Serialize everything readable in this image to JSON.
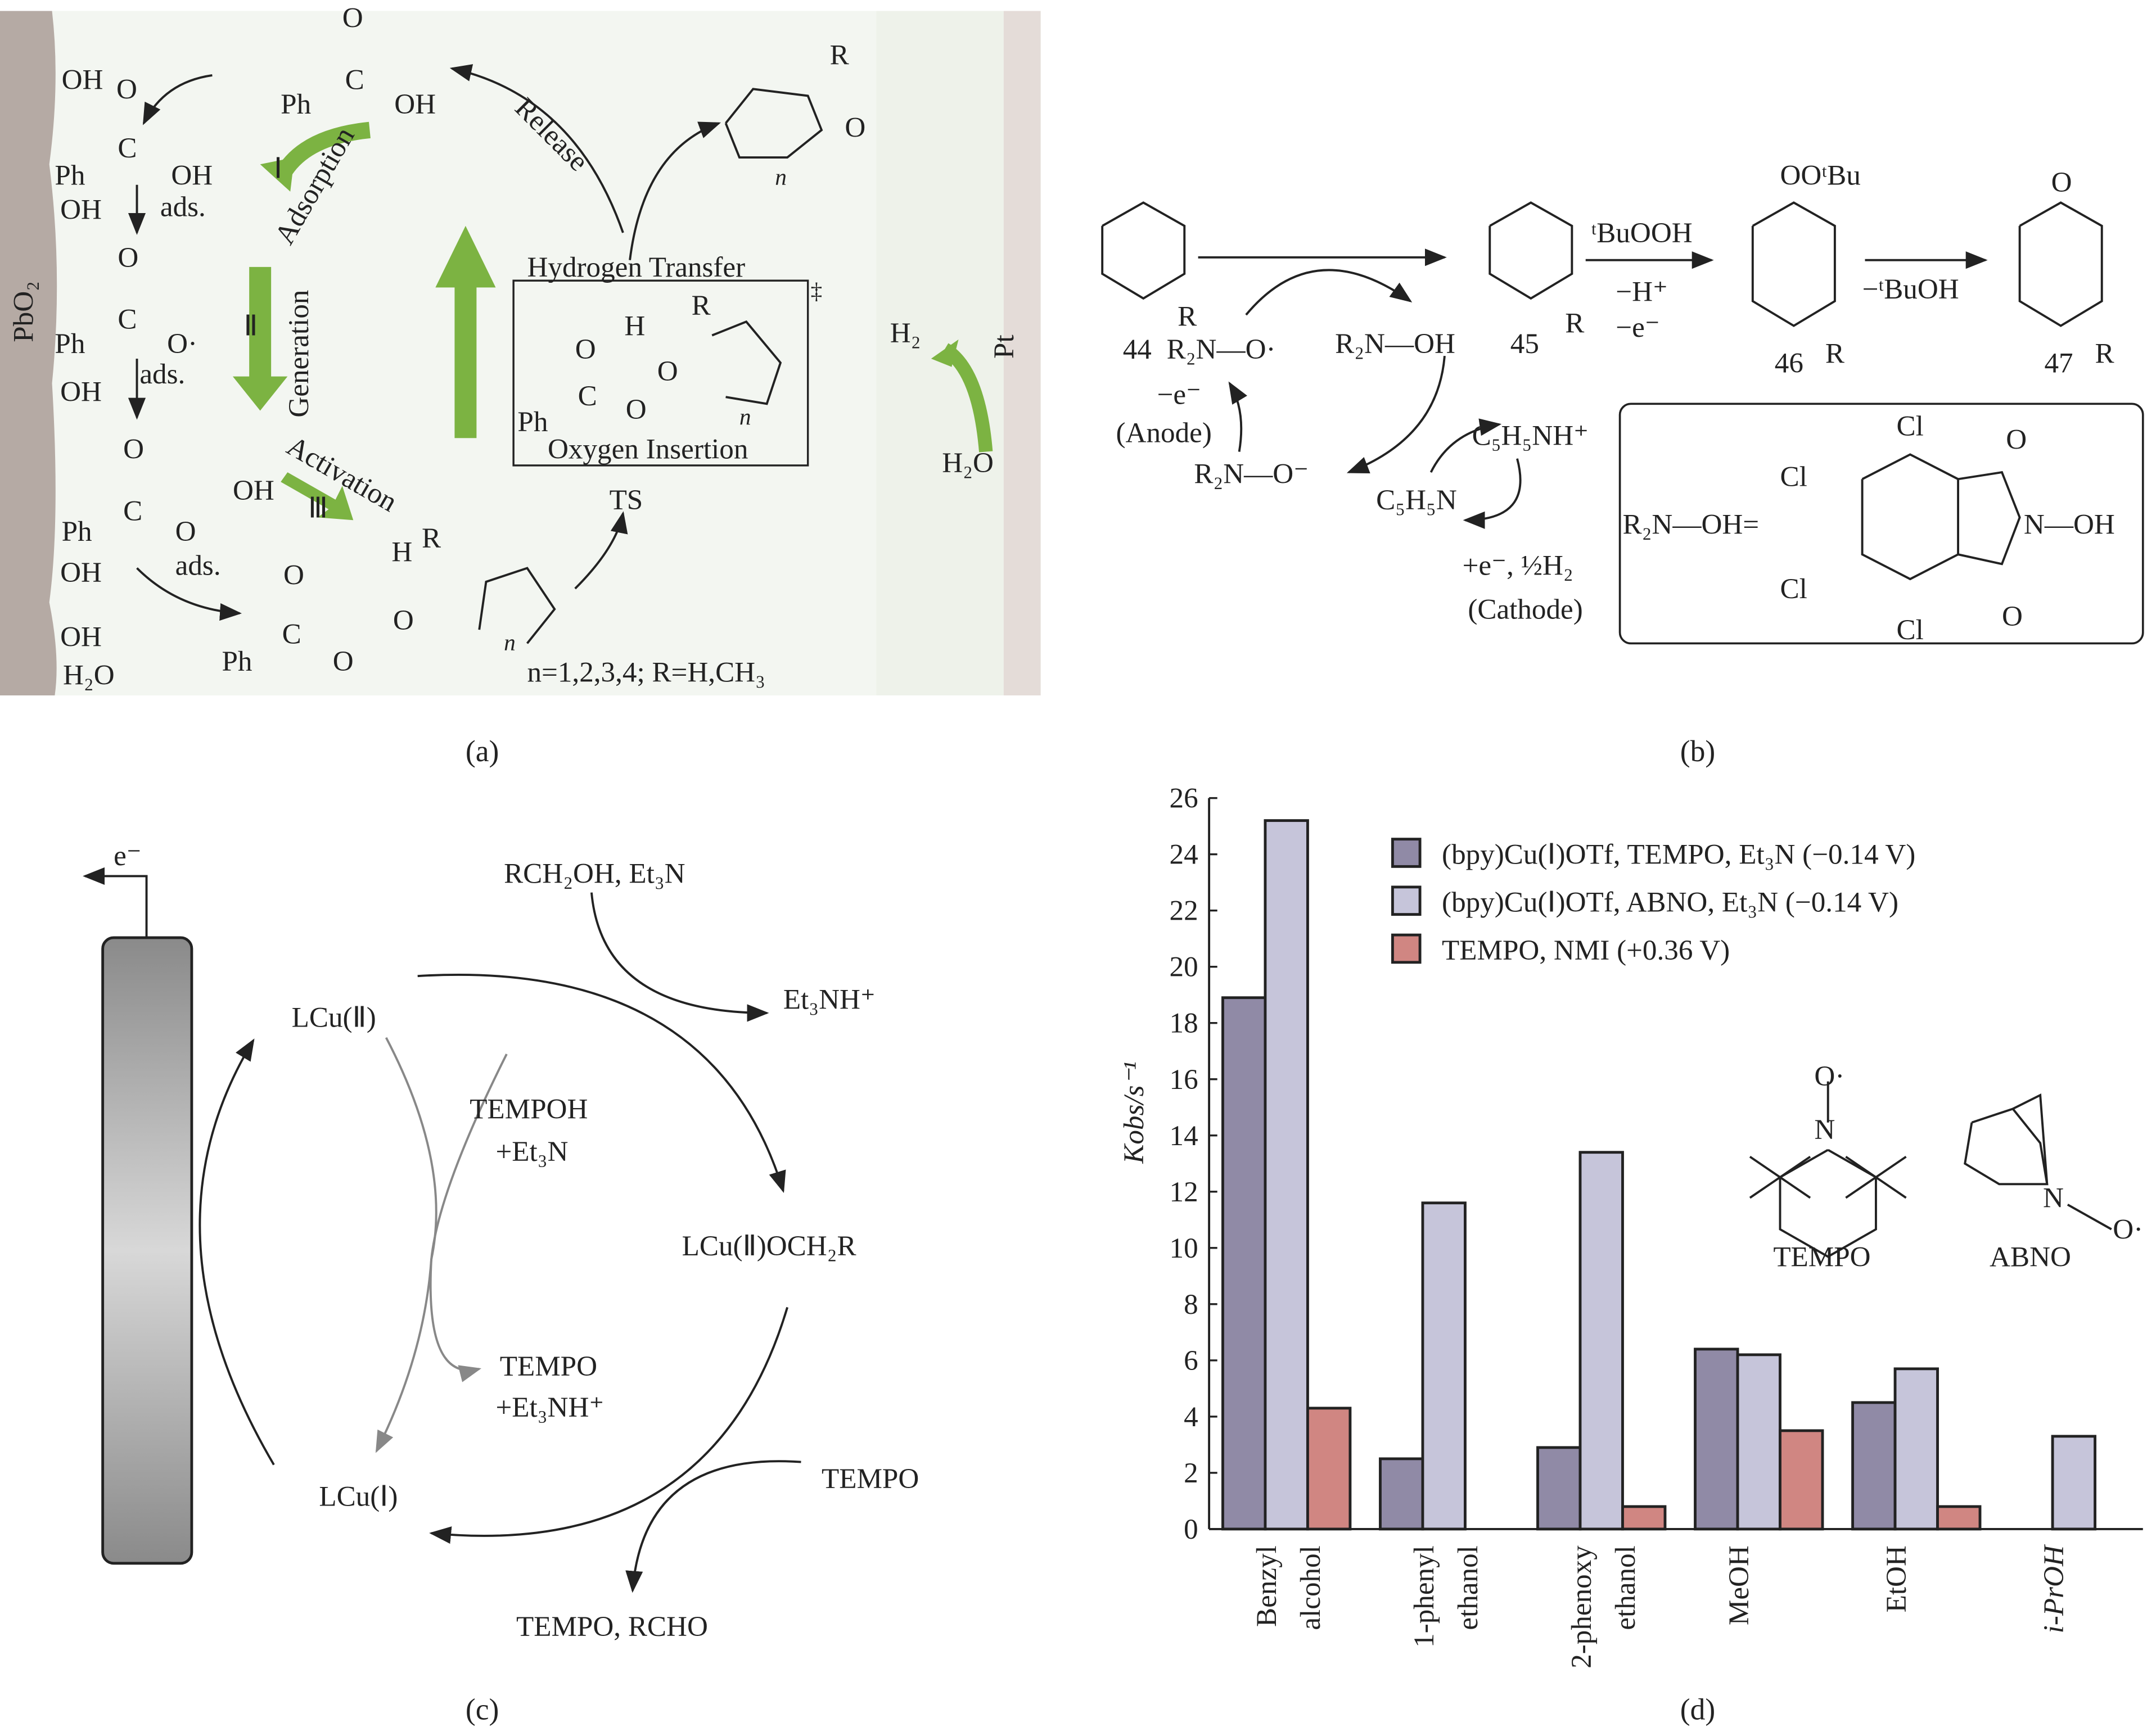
{
  "panel_a": {
    "label": "(a)",
    "anode": "PbO₂",
    "cathode": "Pt",
    "h2": "H₂",
    "h2o": "H₂O",
    "steps": {
      "adsorption": "Adsorption",
      "generation": "Generation",
      "activation": "Activation",
      "release": "Release",
      "step1": "Ⅰ",
      "step2": "Ⅱ",
      "step3": "Ⅲ"
    },
    "ts": {
      "hydrogen_transfer": "Hydrogen Transfer",
      "oxygen_insertion": "Oxygen Insertion",
      "ts": "TS",
      "dagger": "‡"
    },
    "conditions": "n=1,2,3,4;  R=H,CH₃",
    "atoms": [
      "OH",
      "O",
      "Ph",
      "C",
      "OH",
      "OH",
      "ads.",
      "O",
      "Ph",
      "C",
      "O·",
      "OH",
      "ads.",
      "O",
      "Ph",
      "C",
      "O",
      "OH",
      "OH",
      "ads.",
      "OH",
      "H₂O",
      "O",
      "Ph",
      "C",
      "OH",
      "R",
      "O",
      "n",
      "Ph",
      "C",
      "O",
      "O",
      "H",
      "O",
      "R",
      "n",
      "O",
      "H",
      "O",
      "R",
      "Ph",
      "C",
      "O",
      "n"
    ]
  },
  "panel_b": {
    "label": "(b)",
    "texts": [
      "44",
      "R₂N—O·",
      "R",
      "−e⁻",
      "(Anode)",
      "R₂N—O⁻",
      "R₂N—OH",
      "45",
      "R",
      "ᵗBuOOH",
      "−H⁺",
      "−e⁻",
      "OOᵗBu",
      "46",
      "R",
      "−ᵗBuOH",
      "O",
      "47",
      "R",
      "C₅H₅NH⁺",
      "C₅H₅N",
      "+e⁻, ½H₂",
      "(Cathode)"
    ],
    "box": {
      "lhs": "R₂N—OH=",
      "cl1": "Cl",
      "cl2": "Cl",
      "cl3": "Cl",
      "cl4": "Cl",
      "o1": "O",
      "o2": "O",
      "noh": "N—OH"
    }
  },
  "panel_c": {
    "label": "(c)",
    "electron": "e⁻",
    "texts": [
      "RCH₂OH, Et₃N",
      "Et₃NH⁺",
      "LCu(Ⅱ)",
      "TEMPOH",
      "+Et₃N",
      "LCu(Ⅱ)OCH₂R",
      "TEMPO",
      "+Et₃NH⁺",
      "TEMPO",
      "LCu(Ⅰ)",
      "TEMPO, RCHO"
    ]
  },
  "panel_d": {
    "label": "(d)",
    "structures": {
      "tempo": "TEMPO",
      "abno": "ABNO",
      "o_rad": "O·",
      "n": "N"
    }
  },
  "chart_data": {
    "type": "bar",
    "ylabel": "Kobs/s⁻¹",
    "ylim": [
      0,
      26
    ],
    "yticks": [
      "0",
      "2",
      "4",
      "6",
      "8",
      "10",
      "12",
      "14",
      "16",
      "18",
      "20",
      "22",
      "24",
      "26"
    ],
    "categories": [
      [
        "Benzyl",
        "alcohol"
      ],
      [
        "1-phenyl",
        "ethanol"
      ],
      [
        "2-phenoxy",
        "ethanol"
      ],
      [
        "MeOH",
        ""
      ],
      [
        "EtOH",
        ""
      ],
      [
        "i-PrOH",
        ""
      ]
    ],
    "series": [
      {
        "name": "(bpy)Cu(Ⅰ)OTf, TEMPO, Et₃N (−0.14 V)",
        "color": "#908aa6",
        "values": [
          18.9,
          2.5,
          2.9,
          6.4,
          4.5,
          0
        ]
      },
      {
        "name": "(bpy)Cu(Ⅰ)OTf, ABNO, Et₃N (−0.14 V)",
        "color": "#c6c5da",
        "values": [
          25.2,
          11.6,
          13.4,
          6.2,
          5.7,
          3.3
        ]
      },
      {
        "name": "TEMPO, NMI (+0.36 V)",
        "color": "#d08682",
        "values": [
          4.3,
          0,
          0.8,
          3.5,
          0.8,
          0
        ]
      }
    ],
    "legend": "top-right"
  }
}
